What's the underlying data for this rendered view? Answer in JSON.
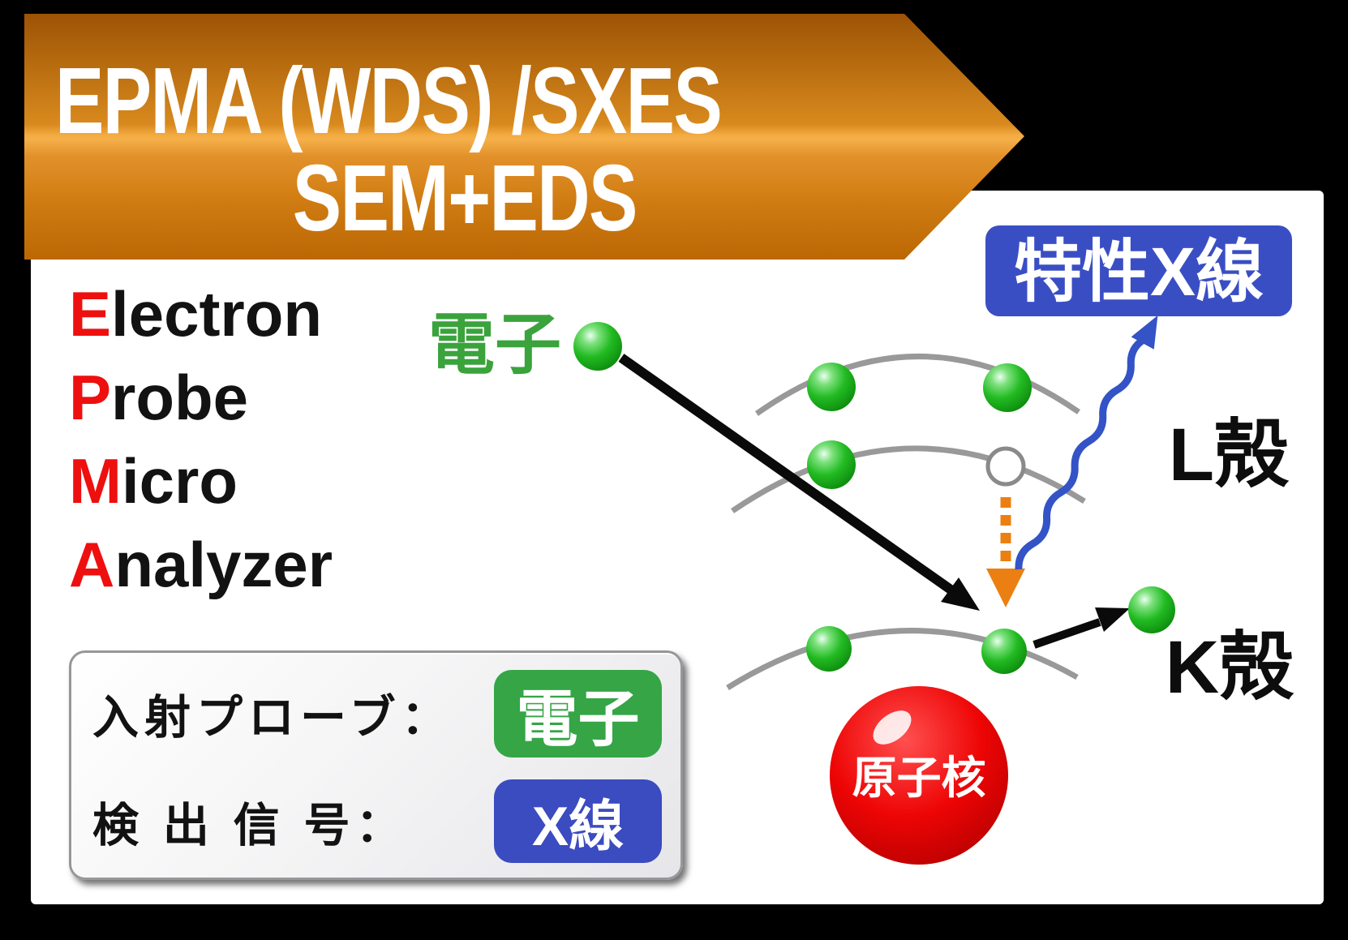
{
  "banner": {
    "title_line1": "EPMA (WDS) /SXES",
    "title_line2": "SEM+EDS"
  },
  "acronym": {
    "lines": [
      {
        "initial": "E",
        "rest": "lectron"
      },
      {
        "initial": "P",
        "rest": "robe"
      },
      {
        "initial": "M",
        "rest": "icro"
      },
      {
        "initial": "A",
        "rest": "nalyzer"
      }
    ]
  },
  "diagram": {
    "incident_electron_label": "電子",
    "characteristic_xray_label": "特性X線",
    "l_shell_label": "L殻",
    "k_shell_label": "K殻",
    "nucleus_label": "原子核"
  },
  "info_box": {
    "row1_label": "入射プローブ：",
    "row1_value": "電子",
    "row2_label": "検 出 信 号：",
    "row2_value": "X線"
  },
  "colors": {
    "banner_orange_mid": "#d88a1e",
    "banner_orange_dark": "#9d5306",
    "epma_initial_red": "#ee0f0f",
    "electron_text_green": "#3aa33c",
    "electron_sphere_green": "#2dbc2d",
    "badge_green": "#35a546",
    "badge_blue": "#3b4bc0",
    "xray_badge_blue": "#3a4ec4",
    "wavy_arrow_blue": "#3353c6",
    "transition_arrow_orange": "#ec7f12",
    "nucleus_red": "#e60000",
    "shell_gray": "#999999"
  }
}
